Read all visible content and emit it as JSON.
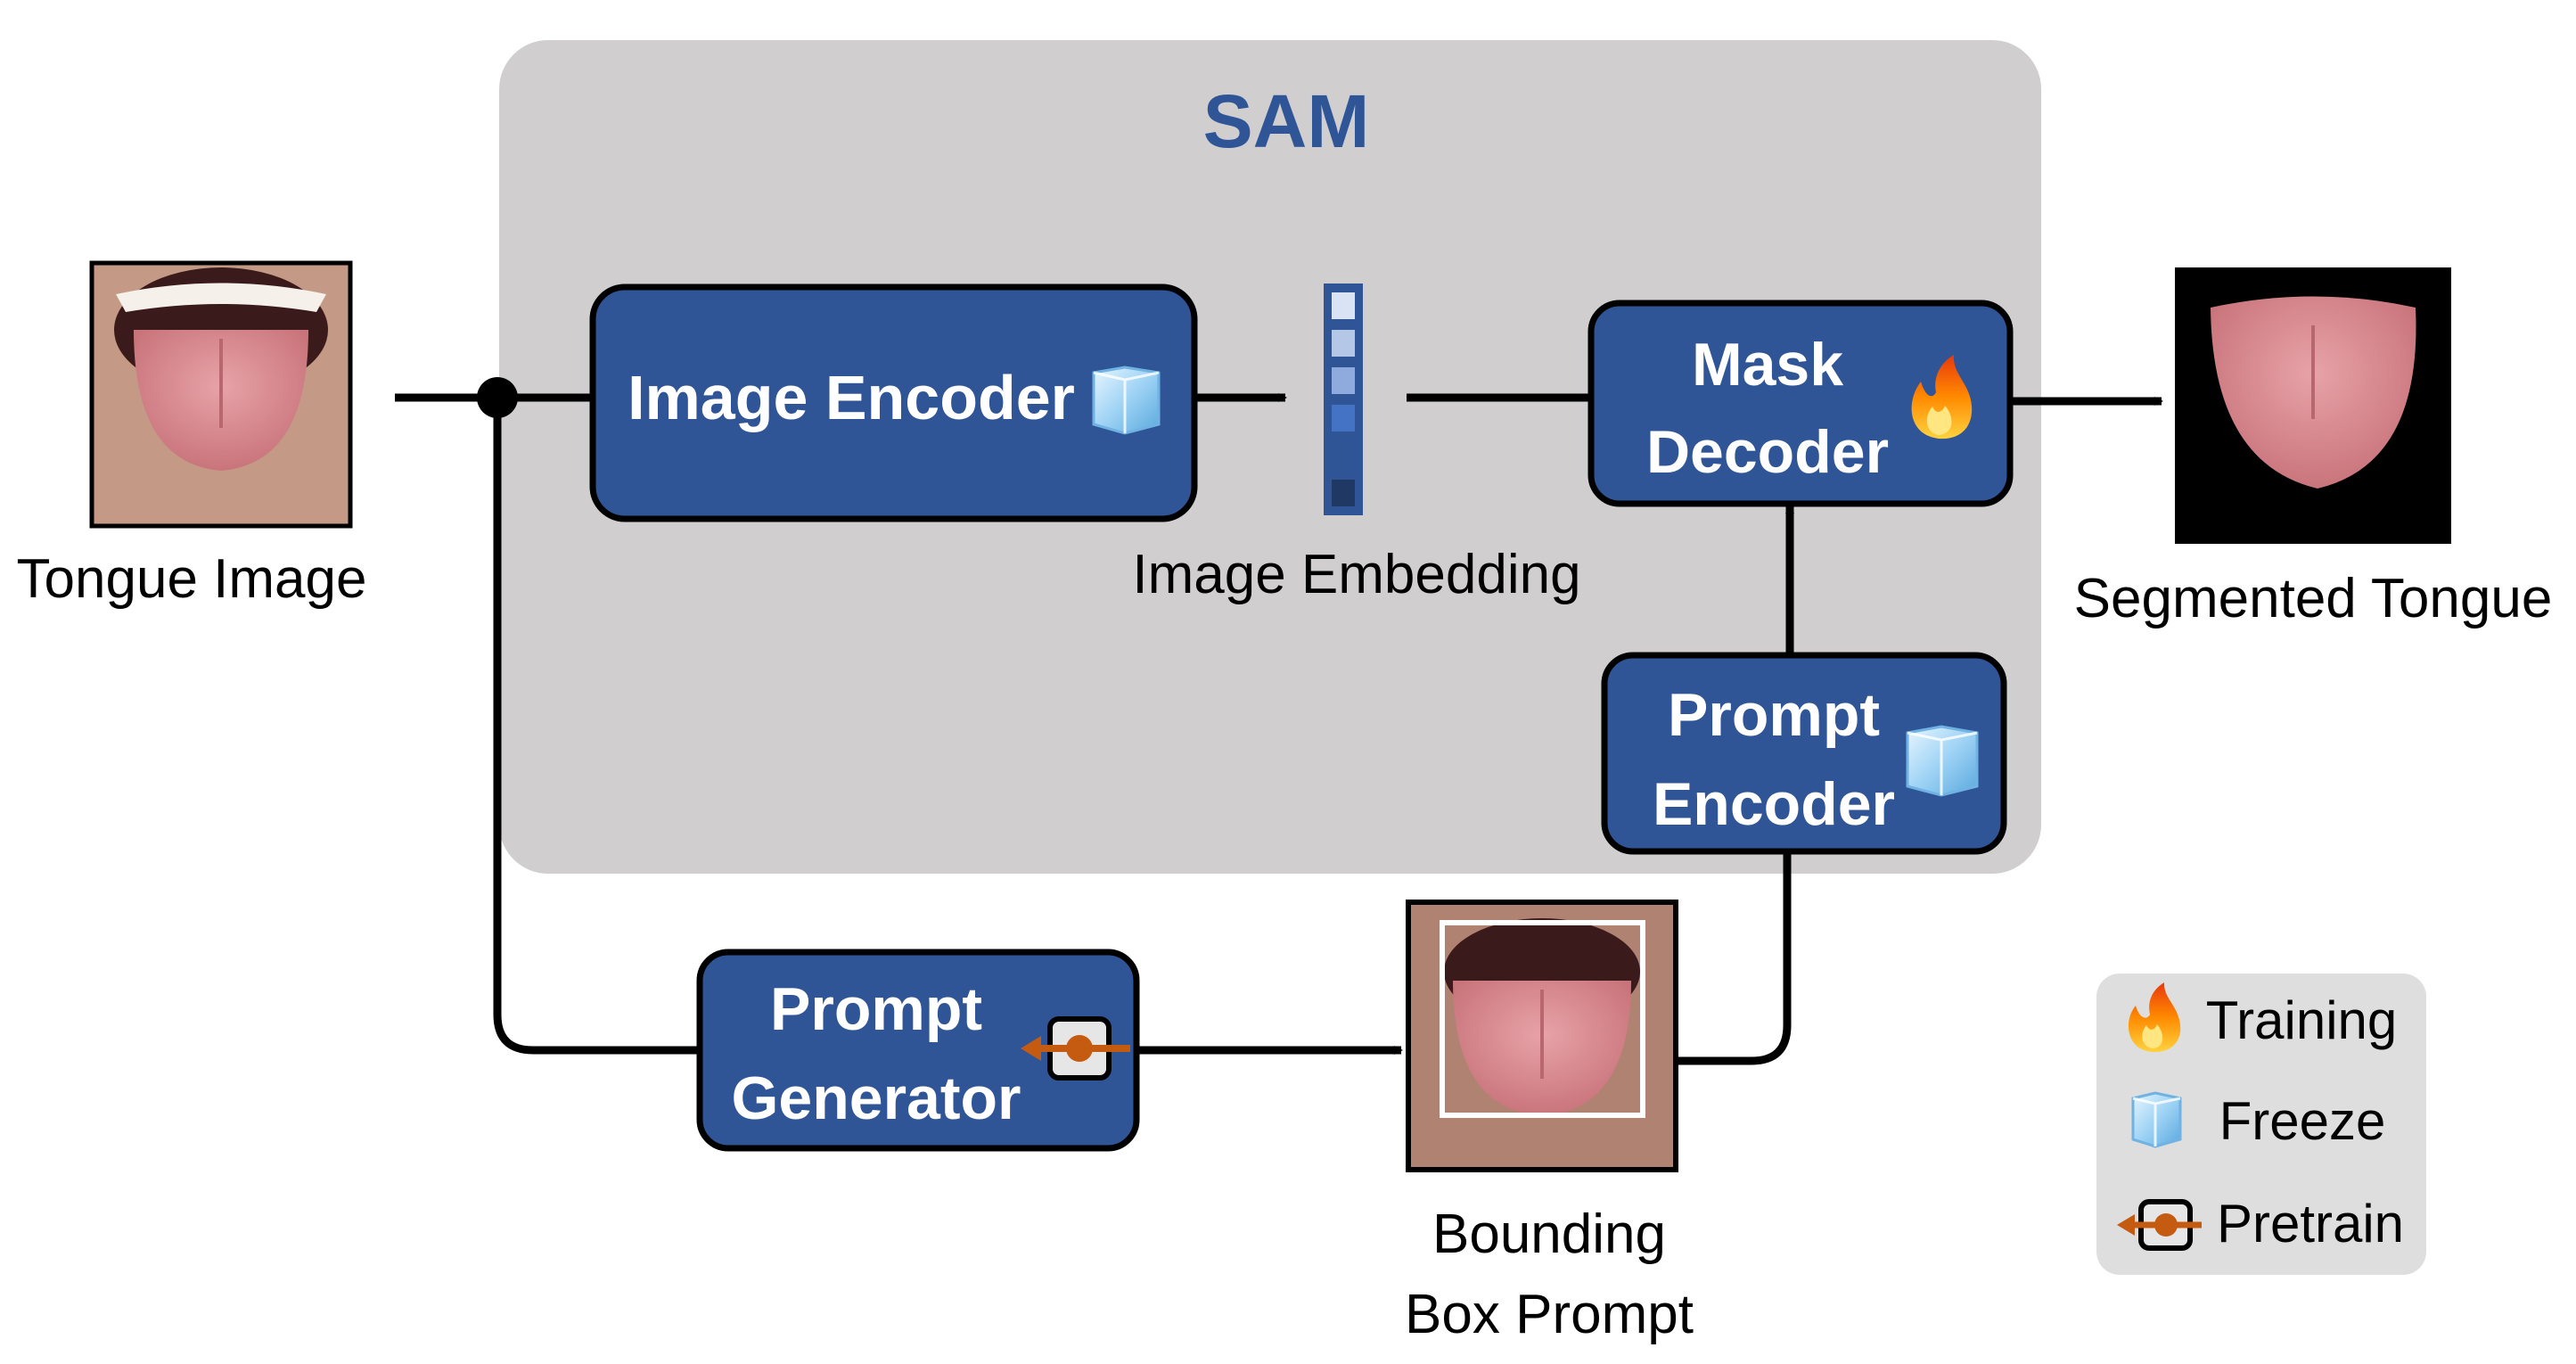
{
  "sam": {
    "title": "SAM"
  },
  "inputs": {
    "tongue_image_label": "Tongue Image"
  },
  "blocks": {
    "image_encoder": "Image Encoder",
    "mask_decoder": [
      "Mask",
      "Decoder"
    ],
    "prompt_encoder": [
      "Prompt",
      "Encoder"
    ],
    "prompt_generator": [
      "Prompt",
      "Generator"
    ]
  },
  "embedding": {
    "label": "Image Embedding"
  },
  "outputs": {
    "segmented_label": "Segmented Tongue",
    "bbox_label": [
      "Bounding",
      "Box Prompt"
    ]
  },
  "legend": {
    "items": [
      {
        "icon": "flame-icon",
        "label": "Training"
      },
      {
        "icon": "ice-cube-icon",
        "label": "Freeze"
      },
      {
        "icon": "pretrain-icon",
        "label": "Pretrain"
      }
    ]
  },
  "colors": {
    "block_fill": "#2f5597",
    "block_border": "#000000",
    "sam_panel": "#d0cece",
    "sam_title": "#2f5597",
    "legend_panel": "#dedede",
    "pretrain_orange": "#c55a11",
    "tongue_pink": "#d98f93",
    "skin": "#c49a86"
  }
}
